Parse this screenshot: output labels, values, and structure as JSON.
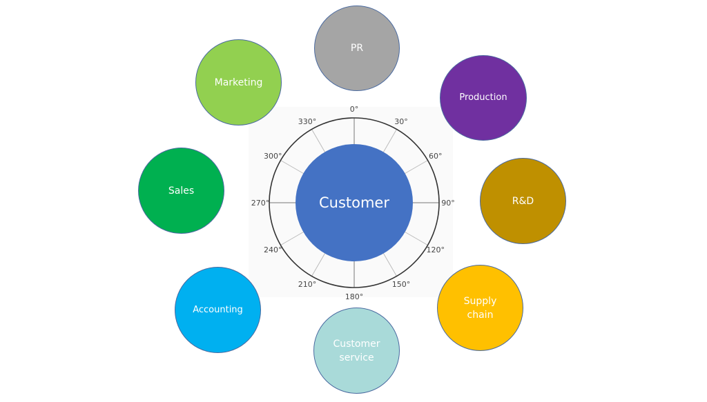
{
  "diagram": {
    "center": {
      "label": "Customer",
      "color": "#4472c4"
    },
    "compass": {
      "degree_labels": [
        "0°",
        "30°",
        "60°",
        "90°",
        "120°",
        "150°",
        "180°",
        "210°",
        "240°",
        "270°",
        "300°",
        "330°"
      ]
    },
    "departments": [
      {
        "id": "pr",
        "label": "PR",
        "color": "#a5a5a5"
      },
      {
        "id": "production",
        "label": "Production",
        "color": "#7030a0"
      },
      {
        "id": "rd",
        "label": "R&D",
        "color": "#bf9000"
      },
      {
        "id": "supply-chain",
        "label": "Supply\nchain",
        "color": "#ffc000"
      },
      {
        "id": "customer-service",
        "label": "Customer\nservice",
        "color": "#a9dad9"
      },
      {
        "id": "accounting",
        "label": "Accounting",
        "color": "#00b0f0"
      },
      {
        "id": "sales",
        "label": "Sales",
        "color": "#00b050"
      },
      {
        "id": "marketing",
        "label": "Marketing",
        "color": "#92d050"
      }
    ]
  }
}
